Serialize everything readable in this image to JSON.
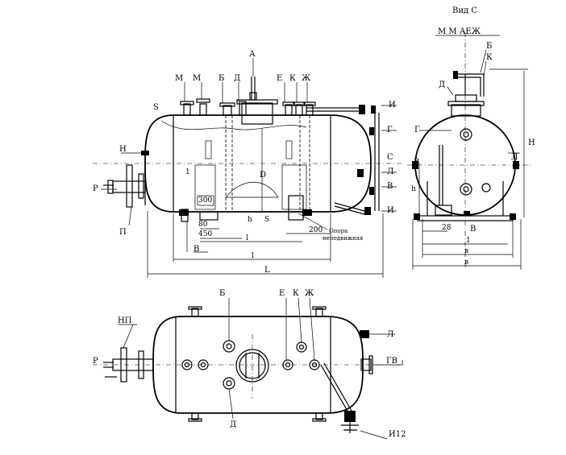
{
  "view_c_title": "Вид С",
  "labels": {
    "m1": "М",
    "m2": "М",
    "b": "Б",
    "d": "Д",
    "a": "А",
    "e": "Е",
    "k": "К",
    "zh": "Ж",
    "s1": "S",
    "n": "Н",
    "r": "Р",
    "p": "П",
    "v_bot": "В",
    "i": "И",
    "g": "Г",
    "c": "С",
    "l": "Л",
    "v_right": "В",
    "i2": "И",
    "h_small": "h",
    "s_small": "S",
    "d_big": "D",
    "dim_l1": "1",
    "dim_300": "300",
    "dim_80": "80",
    "dim_450": "450",
    "dim_l1_bottom": "l",
    "dim_l": "l",
    "dim_L": "L",
    "dim_200": "200",
    "support_line1": "Опора",
    "support_line2": "неподвижная"
  },
  "side": {
    "top_labels": "М М АЕЖ",
    "b": "Б",
    "k": "К",
    "d": "Д",
    "g": "Г",
    "l": "Л",
    "b_left": "В",
    "h": "h",
    "H": "H",
    "dim_28": "28",
    "dim_b1": "В",
    "dim_l1": "1",
    "dim_b": "в",
    "dim_B": "в"
  },
  "plan": {
    "b": "Б",
    "e": "Е",
    "k": "К",
    "zh": "Ж",
    "np": "НП",
    "r": "Р",
    "l": "Л",
    "gv": "ГВ",
    "gv_sub": "1",
    "d": "Д",
    "i12": "И12"
  }
}
